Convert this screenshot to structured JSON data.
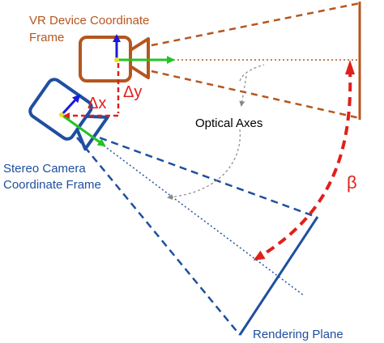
{
  "labels": {
    "vr_frame_line1": "VR Device Coordinate",
    "vr_frame_line2": "Frame",
    "delta_y": "Δy",
    "delta_x": "Δx",
    "optical_axes": "Optical Axes",
    "stereo_frame_line1": "Stereo Camera",
    "stereo_frame_line2": "Coordinate Frame",
    "beta": "β",
    "rendering_plane": "Rendering Plane"
  },
  "colors": {
    "vr_device": "#b5561e",
    "stereo_camera": "#1f4fa0",
    "offset_arrows": "#e0201a",
    "axis_up": "#1a1adc",
    "axis_forward": "#22c422",
    "axis_origin": "#e8e020",
    "pointer_gray": "#888888",
    "text": "#000000"
  }
}
